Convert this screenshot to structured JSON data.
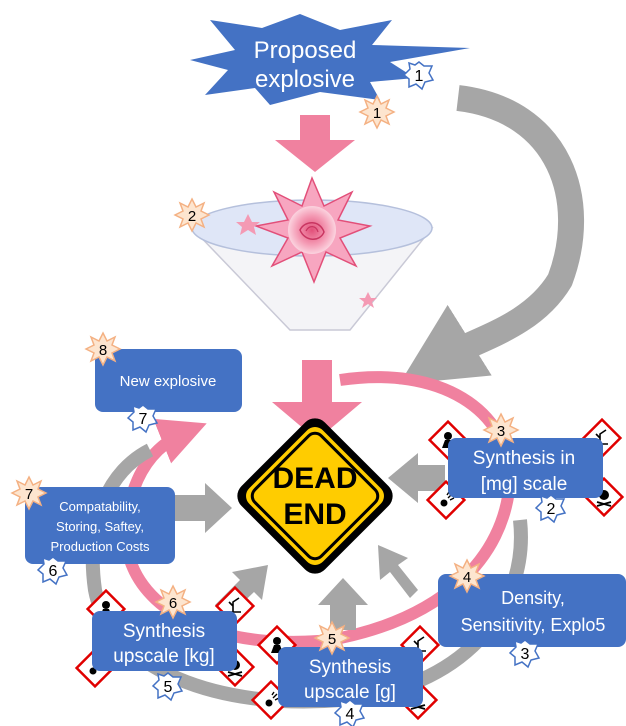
{
  "diagram": {
    "proposed": {
      "label": "Proposed explosive",
      "line1": "Proposed",
      "line2": "explosive",
      "step_badge": "1",
      "burst": "1"
    },
    "funnel": {
      "burst": "2"
    },
    "dead_end": {
      "line1": "DEAD",
      "line2": "END",
      "color": "#ffcc00"
    },
    "nodes": [
      {
        "id": "mg",
        "line1": "Synthesis in",
        "line2": "[mg] scale",
        "step_badge": "2",
        "burst": "3"
      },
      {
        "id": "density",
        "line1": "Density,",
        "line2": "Sensitivity, Explo5",
        "step_badge": "3",
        "burst": "4"
      },
      {
        "id": "g",
        "line1": "Synthesis",
        "line2": "upscale [g]",
        "step_badge": "4",
        "burst": "5"
      },
      {
        "id": "kg",
        "line1": "Synthesis",
        "line2": "upscale [kg]",
        "step_badge": "5",
        "burst": "6"
      },
      {
        "id": "compat",
        "line1": "Compatability,",
        "line2": "Storing, Saftey,",
        "line3": "Production Costs",
        "step_badge": "6",
        "burst": "7"
      },
      {
        "id": "new",
        "line1": "New explosive",
        "step_badge": "7",
        "burst": "8"
      }
    ],
    "colors": {
      "box": "#4472c4",
      "pink_arrow": "#f0819f",
      "grey_arrow": "#a6a6a6",
      "burst": "#f4b183",
      "hazard_border": "#e00000"
    },
    "icons": [
      "health-hazard-icon",
      "environment-hazard-icon",
      "explosive-hazard-icon",
      "toxic-skull-icon"
    ]
  }
}
